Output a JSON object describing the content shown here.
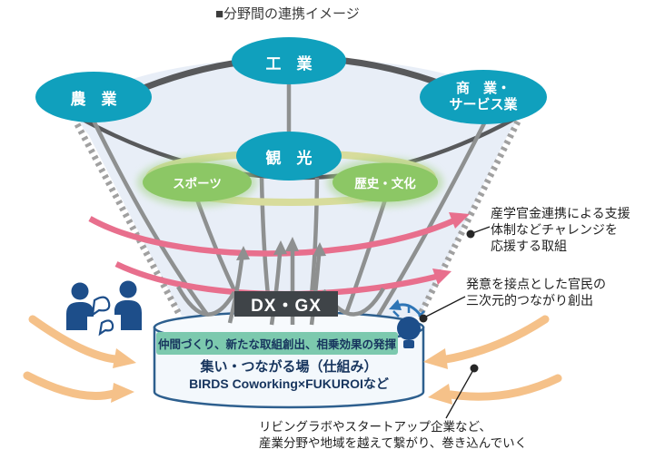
{
  "title": "■分野間の連携イメージ",
  "sectors": {
    "industry": {
      "label": "工　業"
    },
    "agriculture": {
      "label": "農　業"
    },
    "commerce": {
      "line1": "商　業・",
      "line2": "サービス業"
    },
    "tourism": {
      "label": "観　光"
    },
    "sports": {
      "label": "スポーツ"
    },
    "history": {
      "label": "歴史・文化"
    }
  },
  "dx": {
    "label": "DX・GX"
  },
  "cylinder": {
    "band": "仲間づくり、新たな取組創出、相乗効果の発揮",
    "place": "集い・つながる場（仕組み）",
    "example": "BIRDS Coworking×FUKUROIなど"
  },
  "notes": {
    "support": {
      "line1": "産学官金連携による支援",
      "line2": "体制などチャレンジを",
      "line3": "応援する取組"
    },
    "idea": {
      "line1": "発意を接点とした官民の",
      "line2": "三次元的つながり創出"
    },
    "bottom": {
      "line1": "リビングラボやスタートアップ企業など、",
      "line2": "産業分野や地域を越えて繋がり、巻き込んでいく"
    }
  },
  "icons": {
    "people": "two-people-discussion-icon",
    "bulb": "lightbulb-icon"
  },
  "colors": {
    "teal_oval": "#10a0bd",
    "green_oval": "#8cc765",
    "funnel_fill": "#e8eef7",
    "rim_gray": "#58595b",
    "line_gray": "#8e9090",
    "ring_yellow_green": "#d8dc9c",
    "pink_arrow": "#e86f8d",
    "orange_arrow": "#f5c189",
    "navy_icon": "#1d4e8a",
    "dx_box": "#3f4448",
    "band_green": "#7cc9ae",
    "cylinder_outline": "#2d5f8e",
    "cylinder_text": "#17355e"
  }
}
